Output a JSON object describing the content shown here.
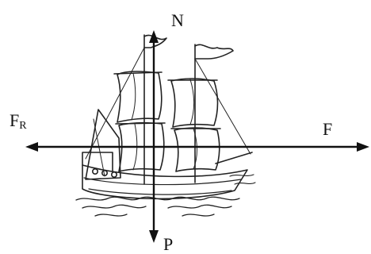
{
  "forces": {
    "normal": "N",
    "weight": "P",
    "propulsion": "F",
    "resistance": {
      "main": "F",
      "subscript": "R"
    }
  },
  "colors": {
    "ink": "#111111",
    "background": "#ffffff"
  }
}
